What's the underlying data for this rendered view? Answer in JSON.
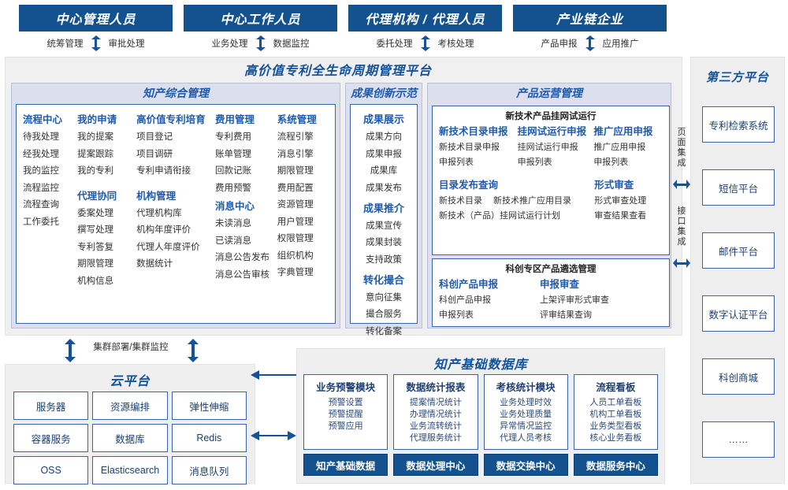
{
  "actors": [
    {
      "title": "中心管理人员",
      "left_flow": "统筹管理",
      "right_flow": "审批处理"
    },
    {
      "title": "中心工作人员",
      "left_flow": "业务处理",
      "right_flow": "数据监控"
    },
    {
      "title": "代理机构 / 代理人员",
      "left_flow": "委托处理",
      "right_flow": "考核处理"
    },
    {
      "title": "产业链企业",
      "left_flow": "产品申报",
      "right_flow": "应用推广"
    }
  ],
  "platform": {
    "title": "高价值专利全生命周期管理平台",
    "zones": {
      "ip_mgmt": {
        "title": "知产综合管理",
        "columns": [
          {
            "groups": [
              {
                "header": "流程中心",
                "items": [
                  "待我处理",
                  "经我处理",
                  "我的监控",
                  "流程监控",
                  "流程查询",
                  "工作委托"
                ]
              }
            ]
          },
          {
            "groups": [
              {
                "header": "我的申请",
                "items": [
                  "我的提案",
                  "提案跟踪",
                  "我的专利"
                ]
              },
              {
                "header": "代理协同",
                "items": [
                  "委案处理",
                  "撰写处理",
                  "专利答复",
                  "期限管理",
                  "机构信息"
                ]
              }
            ]
          },
          {
            "groups": [
              {
                "header": "高价值专利培育",
                "items": [
                  "项目登记",
                  "项目调研",
                  "专利申请衔接"
                ]
              },
              {
                "header": "机构管理",
                "items": [
                  "代理机构库",
                  "机构年度评价",
                  "代理人年度评价",
                  "数据统计"
                ]
              }
            ]
          },
          {
            "groups": [
              {
                "header": "费用管理",
                "items": [
                  "专利费用",
                  "账单管理",
                  "回款记账",
                  "费用预警"
                ]
              },
              {
                "header": "消息中心",
                "items": [
                  "未读消息",
                  "已读消息",
                  "消息公告发布",
                  "消息公告审核"
                ]
              }
            ]
          },
          {
            "groups": [
              {
                "header": "系统管理",
                "items": [
                  "流程引擎",
                  "消息引擎",
                  "期限管理",
                  "费用配置",
                  "资源管理",
                  "用户管理",
                  "权限管理",
                  "组织机构",
                  "字典管理"
                ]
              }
            ]
          }
        ]
      },
      "achievement": {
        "title": "成果创新示范",
        "groups": [
          {
            "header": "成果展示",
            "items": [
              "成果方向",
              "成果申报",
              "成果库",
              "成果发布"
            ]
          },
          {
            "header": "成果推介",
            "items": [
              "成果宣传",
              "成果封装",
              "支持政策"
            ]
          },
          {
            "header": "转化撮合",
            "items": [
              "意向征集",
              "撮合服务",
              "转化备案"
            ]
          }
        ]
      },
      "product_ops": {
        "title": "产品运营管理",
        "panels": [
          {
            "title": "新技术产品挂网试运行",
            "row1": [
              {
                "header": "新技术目录申报",
                "items": [
                  "新技术目录申报",
                  "申报列表"
                ]
              },
              {
                "header": "挂网试运行申报",
                "items": [
                  "挂网试运行申报",
                  "申报列表"
                ]
              },
              {
                "header": "推广应用申报",
                "items": [
                  "推广应用申报",
                  "申报列表"
                ]
              }
            ],
            "row2_left": {
              "header": "目录发布查询",
              "items_line1": [
                "新技术目录",
                "新技术推广应用目录"
              ],
              "items_line2": [
                "新技术（产品）挂网试运行计划"
              ]
            },
            "row2_right": {
              "header": "形式审查",
              "items": [
                "形式审查处理",
                "审查结果查看"
              ]
            }
          },
          {
            "title": "科创专区产品遴选管理",
            "row1": [
              {
                "header": "科创产品申报",
                "items": [
                  "科创产品申报",
                  "申报列表"
                ]
              },
              {
                "header": "申报审查",
                "items": [
                  "上架评审形式审查",
                  "评审结果查询"
                ]
              }
            ]
          }
        ]
      }
    }
  },
  "third_party": {
    "title": "第三方平台",
    "integration_labels": [
      "页面集成",
      "接口集成"
    ],
    "platforms": [
      "专利检索系统",
      "短信平台",
      "邮件平台",
      "数字认证平台",
      "科创商城",
      "……"
    ]
  },
  "cloud": {
    "cluster_label": "集群部署/集群监控",
    "title": "云平台",
    "rows": [
      [
        "服务器",
        "资源编排",
        "弹性伸缩"
      ],
      [
        "容器服务",
        "数据库",
        "Redis"
      ],
      [
        "OSS",
        "Elasticsearch",
        "消息队列"
      ]
    ]
  },
  "database": {
    "title": "知产基础数据库",
    "columns": [
      {
        "header": "业务预警模块",
        "items": [
          "预警设置",
          "预警提醒",
          "预警应用"
        ],
        "footer": "知产基础数据"
      },
      {
        "header": "数据统计报表",
        "items": [
          "提案情况统计",
          "办理情况统计",
          "业务流转统计",
          "代理服务统计"
        ],
        "footer": "数据处理中心"
      },
      {
        "header": "考核统计模块",
        "items": [
          "业务处理时效",
          "业务处理质量",
          "异常情况监控",
          "代理人员考核"
        ],
        "footer": "数据交换中心"
      },
      {
        "header": "流程看板",
        "items": [
          "人员工单看板",
          "机构工单看板",
          "业务类型看板",
          "核心业务看板"
        ],
        "footer": "数据服务中心"
      }
    ]
  },
  "colors": {
    "header_blue": "#14528f",
    "accent_blue": "#1f5bad",
    "zone_band": "#dcdfee",
    "panel_bg": "#efefef",
    "arrow_blue": "#16529a"
  }
}
